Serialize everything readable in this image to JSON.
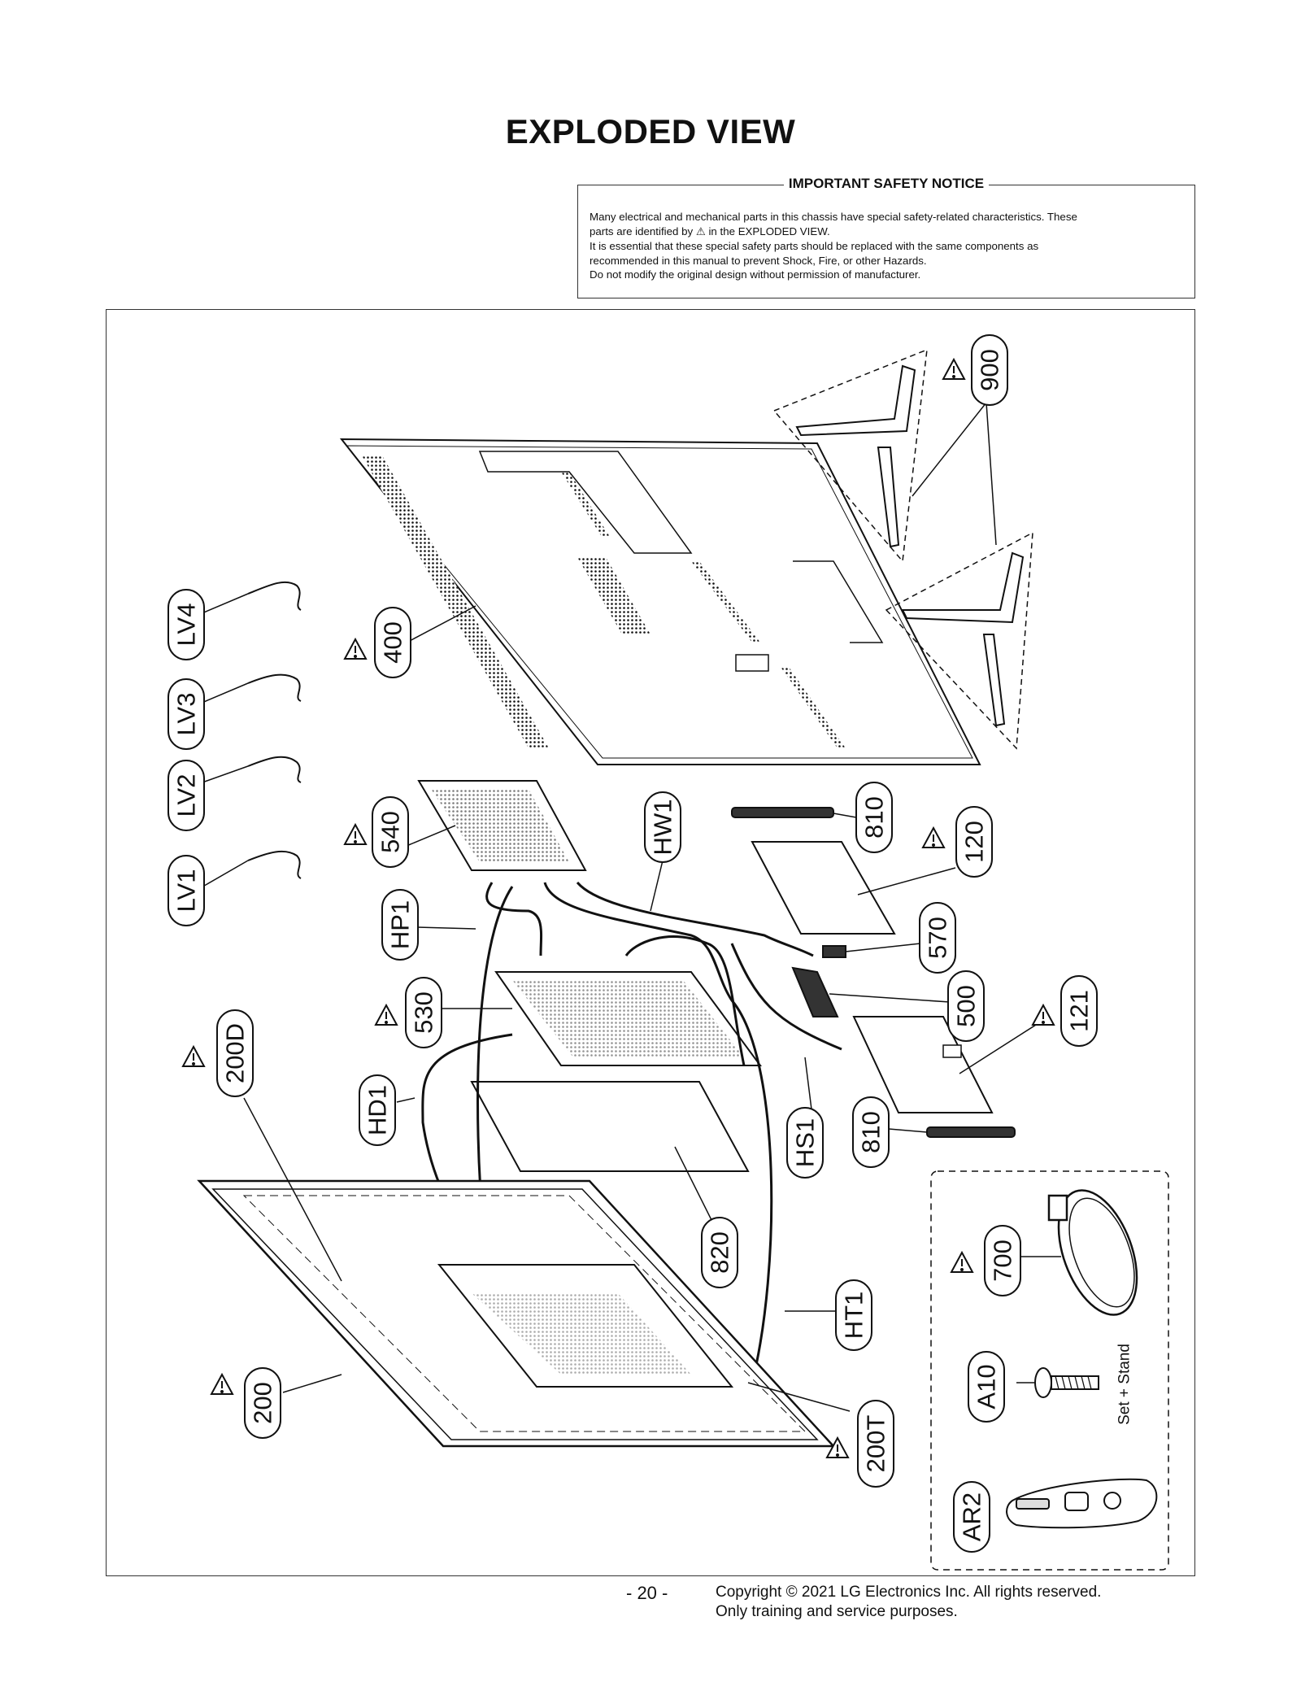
{
  "title": "EXPLODED VIEW",
  "notice": {
    "heading": "IMPORTANT SAFETY NOTICE",
    "line1": "Many electrical and mechanical parts in this chassis have special safety-related characteristics. These",
    "line2a": "parts are identified by",
    "line2b": "in the EXPLODED VIEW.",
    "line3": "It is essential that these special safety parts should be replaced with the same components as",
    "line4": "recommended in this manual to prevent Shock, Fire, or other Hazards.",
    "line5": "Do not modify the original design without permission of manufacturer."
  },
  "labels": {
    "p900": "900",
    "p400": "400",
    "lv4": "LV4",
    "lv3": "LV3",
    "lv2": "LV2",
    "lv1": "LV1",
    "p540": "540",
    "hw1": "HW1",
    "p810a": "810",
    "p120": "120",
    "hp1": "HP1",
    "p570": "570",
    "p530": "530",
    "p500": "500",
    "p121": "121",
    "p200d": "200D",
    "hd1": "HD1",
    "hs1": "HS1",
    "p810b": "810",
    "p820": "820",
    "p700": "700",
    "ht1": "HT1",
    "a10": "A10",
    "set_stand": "Set + Stand",
    "p200": "200",
    "p200t": "200T",
    "ar2": "AR2"
  },
  "footer": {
    "page": "- 20 -",
    "copyright_line1": "Copyright © 2021 LG Electronics Inc. All rights reserved.",
    "copyright_line2": "Only training and service purposes."
  },
  "icons": {
    "warning": "warning-triangle-icon"
  }
}
